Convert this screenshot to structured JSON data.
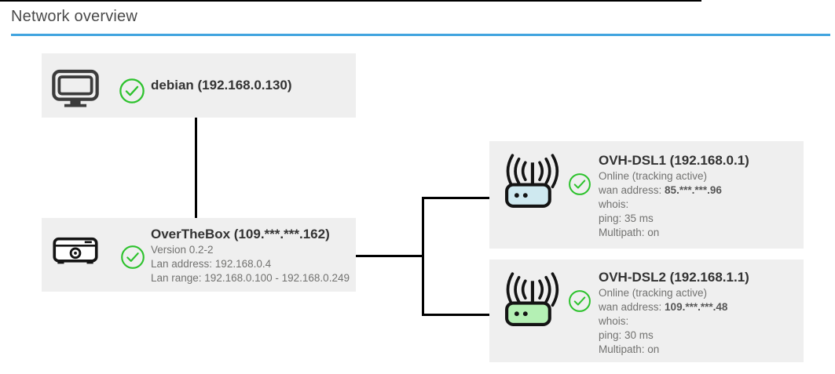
{
  "header": {
    "title": "Network overview"
  },
  "nodes": {
    "debian": {
      "title": "debian (192.168.0.130)"
    },
    "overthebox": {
      "title": "OverTheBox (109.***.***.162)",
      "version": "Version 0.2-2",
      "lan_address": "Lan address: 192.168.0.4",
      "lan_range": "Lan range: 192.168.0.100 - 192.168.0.249"
    },
    "dsl1": {
      "title": "OVH-DSL1 (192.168.0.1)",
      "status": "Online (tracking active)",
      "wan_label": "wan address: ",
      "wan_value": "85.***.***.96",
      "whois": "whois:",
      "ping": "ping: 35 ms",
      "multipath": "Multipath: on"
    },
    "dsl2": {
      "title": "OVH-DSL2 (192.168.1.1)",
      "status": "Online (tracking active)",
      "wan_label": "wan address: ",
      "wan_value": "109.***.***.48",
      "whois": "whois:",
      "ping": "ping: 30 ms",
      "multipath": "Multipath: on"
    }
  },
  "icons": {
    "debian": "desktop-computer-icon",
    "overthebox": "set-top-box-icon",
    "dsl": "wifi-router-icon",
    "status": "check-circle-icon"
  },
  "colors": {
    "accent_rule": "#41a4df",
    "status_ok": "#2dc22d",
    "node_bg": "#efefef",
    "dsl1_router_fill": "#cfe9f0",
    "dsl2_router_fill": "#b4f0b4",
    "connector": "#000000"
  }
}
